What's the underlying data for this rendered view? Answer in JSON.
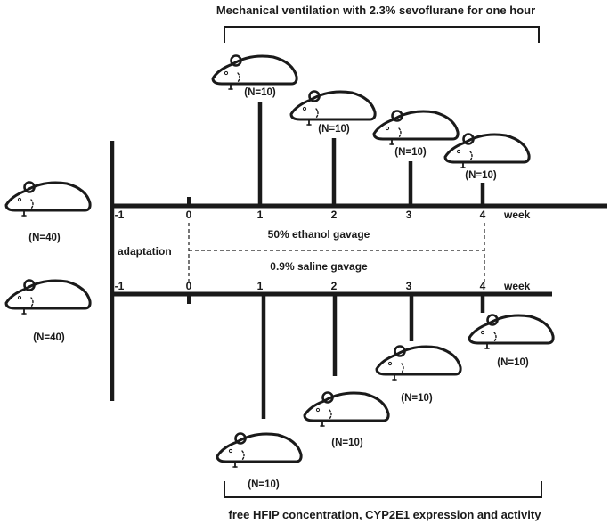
{
  "top_bracket_label": "Mechanical ventilation with 2.3% sevoflurane for one hour",
  "bottom_bracket_label": "free HFIP concentration, CYP2E1 expression and activity",
  "adaptation_label": "adaptation",
  "ethanol_label": "50% ethanol gavage",
  "saline_label": "0.9% saline gavage",
  "timeline_unit": "week",
  "ticks_top": [
    "-1",
    "0",
    "1",
    "2",
    "3",
    "4"
  ],
  "ticks_bottom": [
    "-1",
    "0",
    "1",
    "2",
    "3",
    "4"
  ],
  "group_counts": {
    "start_ethanol": "(N=40)",
    "start_saline": "(N=40)",
    "ethanol_w1": "(N=10)",
    "ethanol_w2": "(N=10)",
    "ethanol_w3": "(N=10)",
    "ethanol_w4": "(N=10)",
    "saline_w1": "(N=10)",
    "saline_w2": "(N=10)",
    "saline_w3": "(N=10)",
    "saline_w4": "(N=10)"
  },
  "icons": [
    "mouse-icon"
  ]
}
